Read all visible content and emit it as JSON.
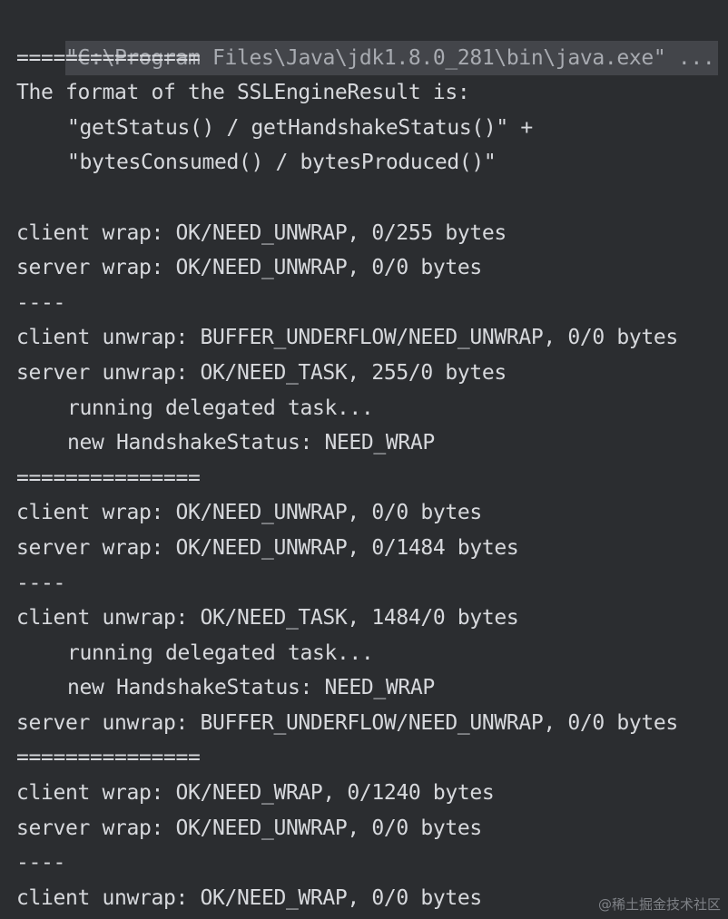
{
  "command": "\"C:\\Program Files\\Java\\jdk1.8.0_281\\bin\\java.exe\" ...",
  "lines": [
    {
      "text": "===============",
      "indent": false
    },
    {
      "text": "The format of the SSLEngineResult is:",
      "indent": false
    },
    {
      "text": "\"getStatus() / getHandshakeStatus()\" +",
      "indent": true
    },
    {
      "text": "\"bytesConsumed() / bytesProduced()\"",
      "indent": true
    },
    {
      "text": "",
      "indent": false
    },
    {
      "text": "client wrap: OK/NEED_UNWRAP, 0/255 bytes",
      "indent": false
    },
    {
      "text": "server wrap: OK/NEED_UNWRAP, 0/0 bytes",
      "indent": false
    },
    {
      "text": "----",
      "indent": false
    },
    {
      "text": "client unwrap: BUFFER_UNDERFLOW/NEED_UNWRAP, 0/0 bytes",
      "indent": false
    },
    {
      "text": "server unwrap: OK/NEED_TASK, 255/0 bytes",
      "indent": false
    },
    {
      "text": "running delegated task...",
      "indent": true
    },
    {
      "text": "new HandshakeStatus: NEED_WRAP",
      "indent": true
    },
    {
      "text": "===============",
      "indent": false
    },
    {
      "text": "client wrap: OK/NEED_UNWRAP, 0/0 bytes",
      "indent": false
    },
    {
      "text": "server wrap: OK/NEED_UNWRAP, 0/1484 bytes",
      "indent": false
    },
    {
      "text": "----",
      "indent": false
    },
    {
      "text": "client unwrap: OK/NEED_TASK, 1484/0 bytes",
      "indent": false
    },
    {
      "text": "running delegated task...",
      "indent": true
    },
    {
      "text": "new HandshakeStatus: NEED_WRAP",
      "indent": true
    },
    {
      "text": "server unwrap: BUFFER_UNDERFLOW/NEED_UNWRAP, 0/0 bytes",
      "indent": false
    },
    {
      "text": "===============",
      "indent": false
    },
    {
      "text": "client wrap: OK/NEED_WRAP, 0/1240 bytes",
      "indent": false
    },
    {
      "text": "server wrap: OK/NEED_UNWRAP, 0/0 bytes",
      "indent": false
    },
    {
      "text": "----",
      "indent": false
    },
    {
      "text": "client unwrap: OK/NEED_WRAP, 0/0 bytes",
      "indent": false
    }
  ],
  "watermark": "@稀土掘金技术社区",
  "colors": {
    "background": "#2b2d30",
    "text": "#d7d9dd",
    "command_highlight": "#43454a"
  }
}
